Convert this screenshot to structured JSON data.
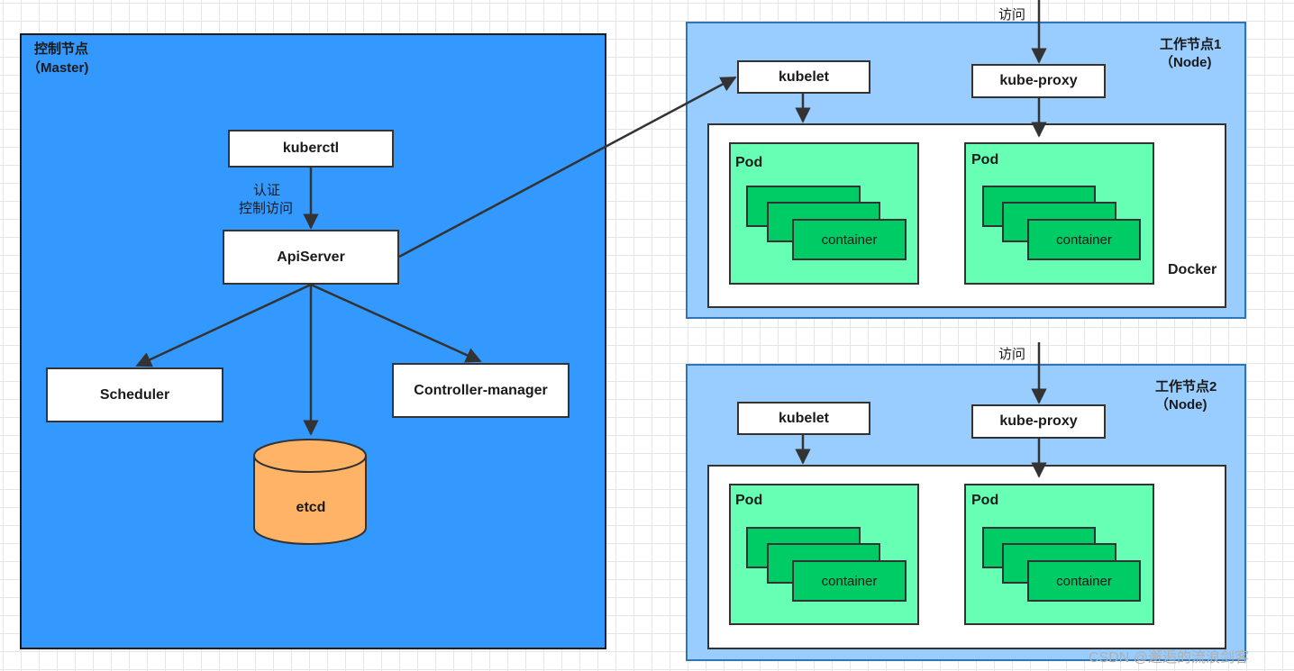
{
  "master": {
    "title": "控制节点",
    "subtitle": "（Master)",
    "kuberctl": "kuberctl",
    "auth_line1": "认证",
    "auth_line2": "控制访问",
    "apiserver": "ApiServer",
    "scheduler": "Scheduler",
    "controller_manager": "Controller-manager",
    "etcd": "etcd"
  },
  "nodes": [
    {
      "title": "工作节点1",
      "subtitle": "（Node)",
      "access": "访问",
      "kubelet": "kubelet",
      "kube_proxy": "kube-proxy",
      "runtime": "Docker",
      "pods": [
        {
          "title": "Pod",
          "container": "container"
        },
        {
          "title": "Pod",
          "container": "container"
        }
      ]
    },
    {
      "title": "工作节点2",
      "subtitle": "（Node)",
      "access": "访问",
      "kubelet": "kubelet",
      "kube_proxy": "kube-proxy",
      "runtime": "",
      "pods": [
        {
          "title": "Pod",
          "container": "container"
        },
        {
          "title": "Pod",
          "container": "container"
        }
      ]
    }
  ],
  "watermark": "CSDN @邂逅的流浪剑客",
  "colors": {
    "master_fill": "#3399ff",
    "node_fill": "#99ccff",
    "pod_fill": "#66ffb3",
    "container_fill": "#00cc66",
    "etcd_fill": "#ffb366",
    "arrow": "#333333"
  }
}
